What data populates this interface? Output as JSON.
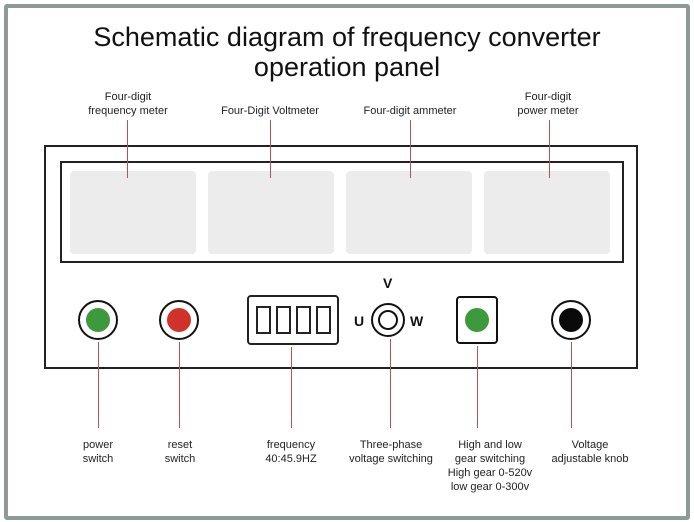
{
  "title": {
    "line1": "Schematic diagram of frequency converter",
    "line2": "operation panel"
  },
  "meters": [
    {
      "label": "Four-digit frequency meter",
      "label_l1": "Four-digit",
      "label_l2": "frequency meter"
    },
    {
      "label": "Four-Digit Voltmeter"
    },
    {
      "label": "Four-digit ammeter"
    },
    {
      "label": "Four-digit power meter",
      "label_l1": "Four-digit",
      "label_l2": "power meter"
    }
  ],
  "controls": {
    "power_switch": {
      "l1": "power",
      "l2": "switch",
      "color": "#3c9a3c"
    },
    "reset_switch": {
      "l1": "reset",
      "l2": "switch",
      "color": "#d0322b"
    },
    "frequency_display": {
      "l1": "frequency",
      "l2": "40:45.9HZ"
    },
    "phase_switch": {
      "l1": "Three-phase",
      "l2": "voltage switching",
      "u": "U",
      "v": "V",
      "w": "W"
    },
    "gear_switch": {
      "l1": "High and low",
      "l2": "gear switching",
      "l3": "High gear 0-520v",
      "l4": "low gear 0-300v",
      "color": "#3c9a3c"
    },
    "voltage_knob": {
      "l1": "Voltage",
      "l2": "adjustable knob",
      "color": "#0a0a0a"
    }
  }
}
